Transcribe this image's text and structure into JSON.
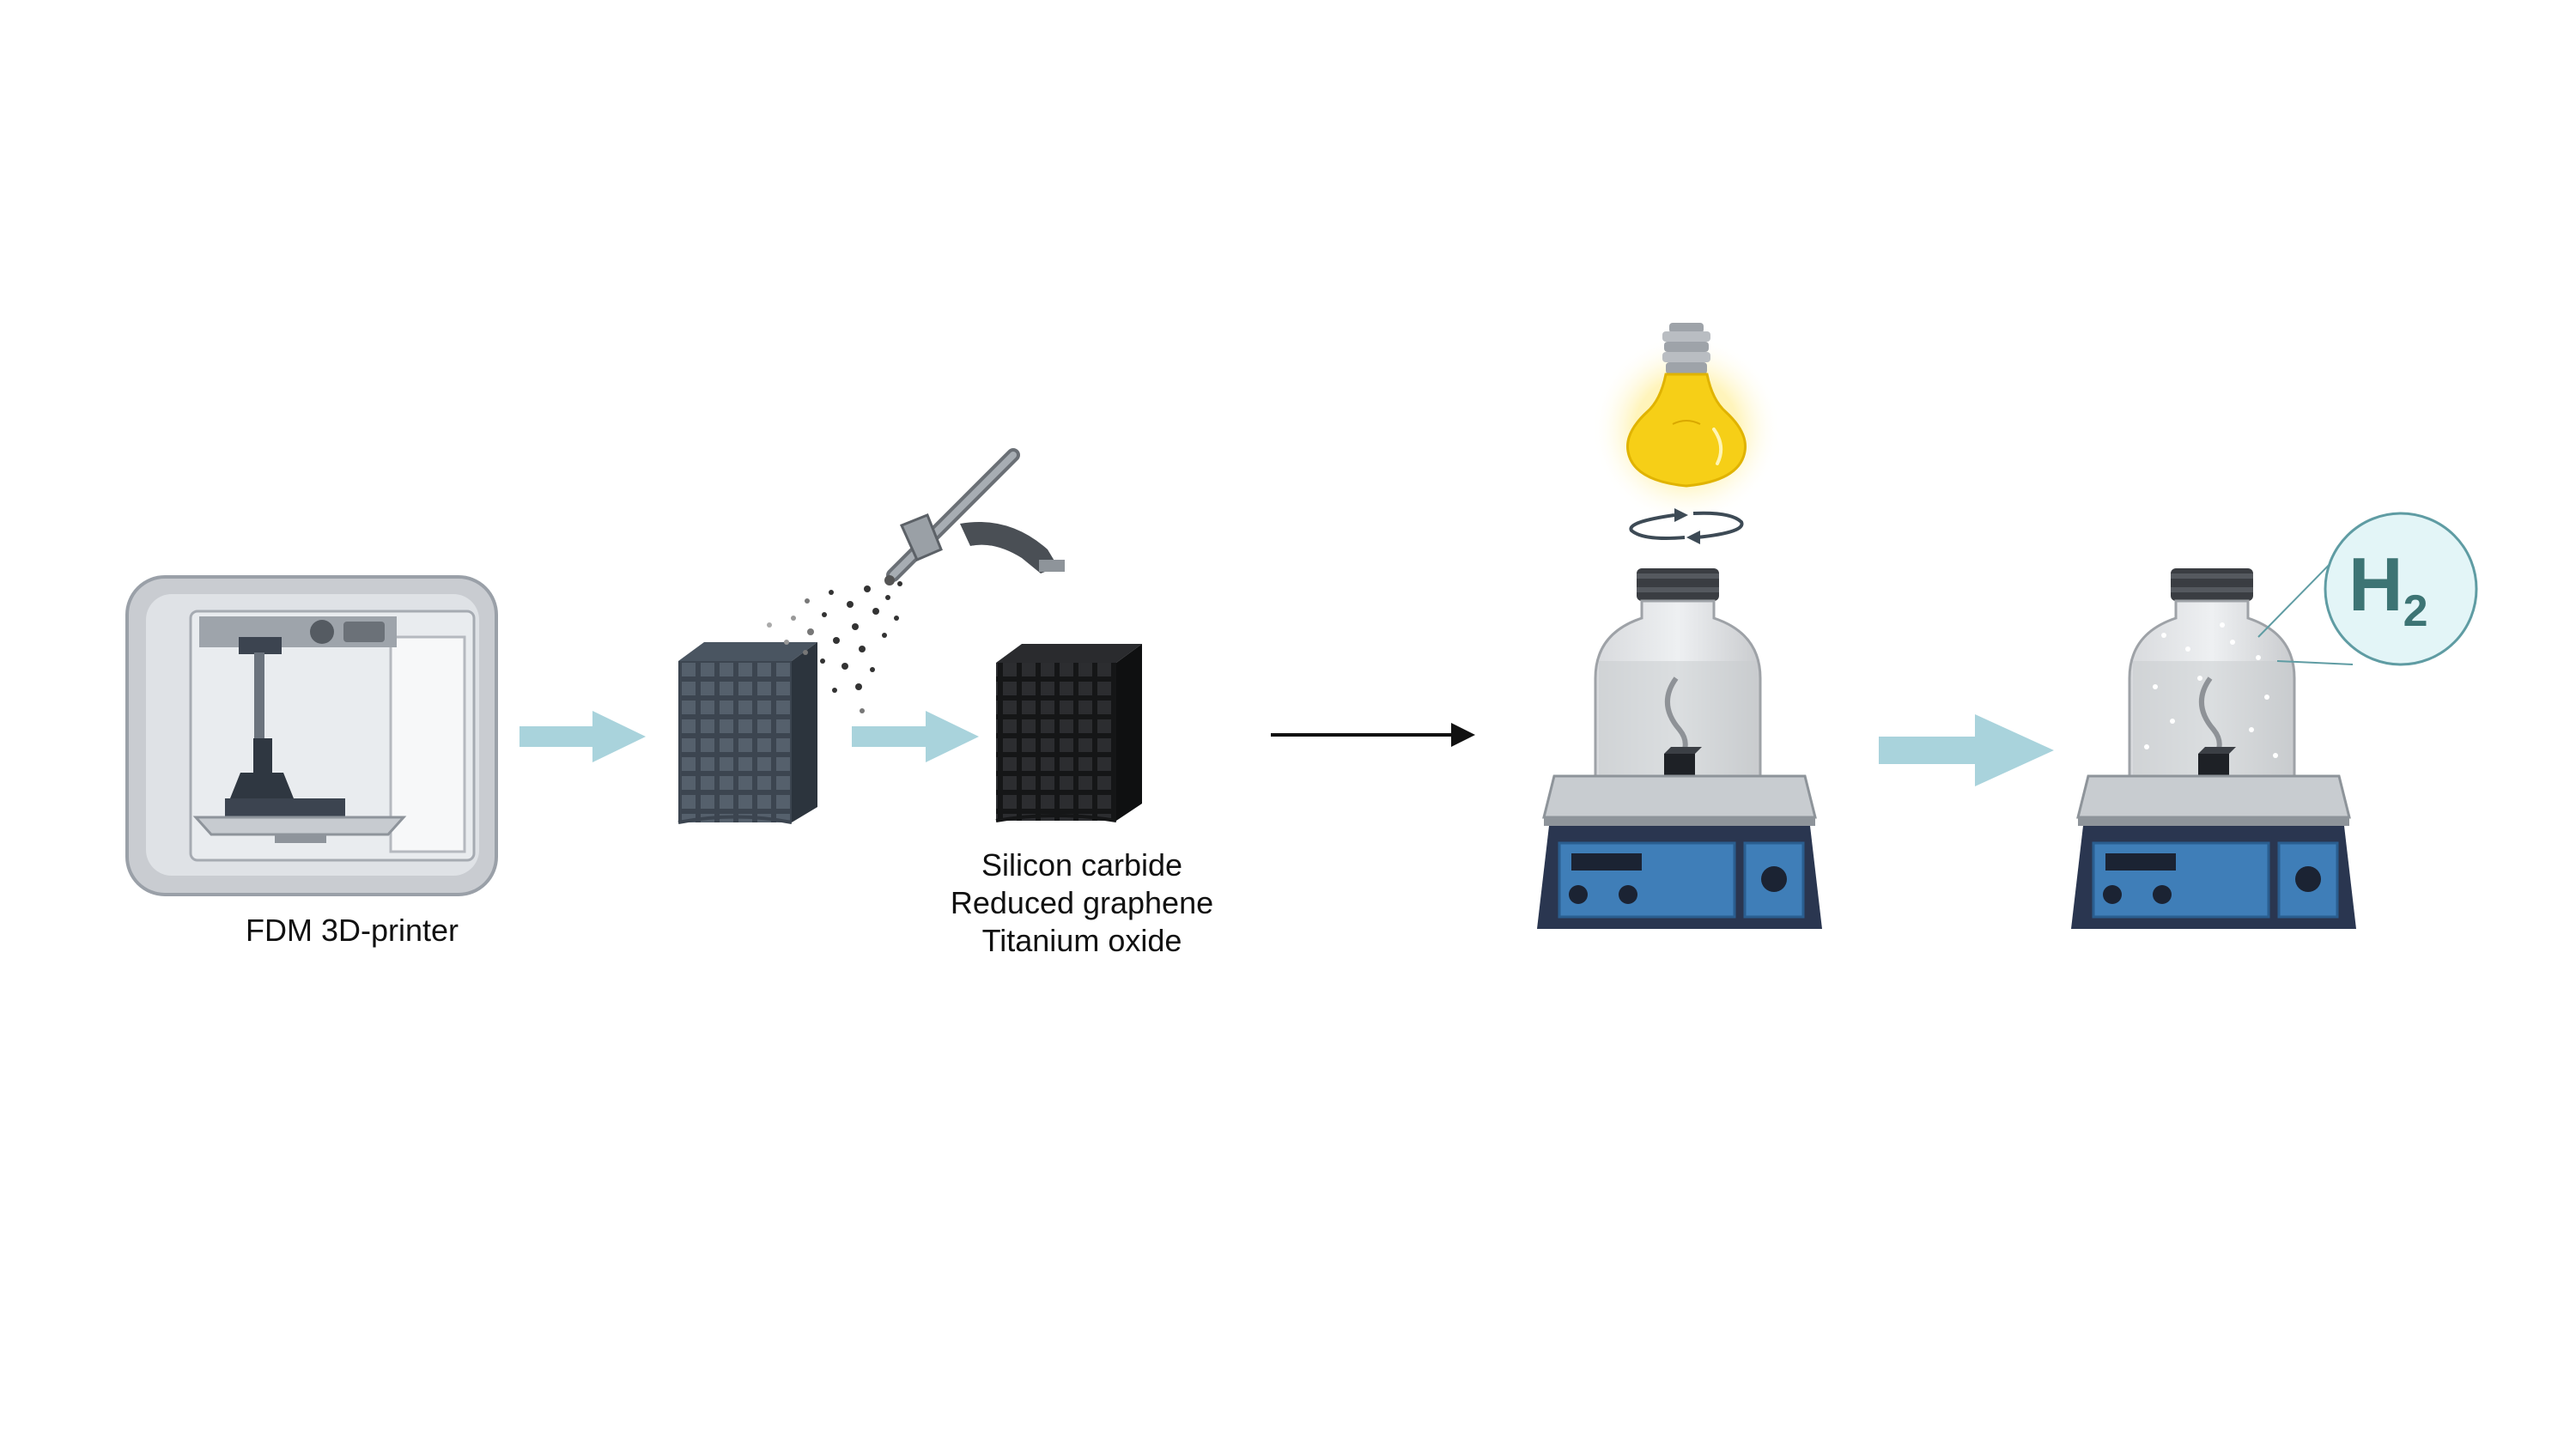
{
  "labels": {
    "printer": "FDM 3D-printer",
    "coating_lines": [
      "Silicon carbide",
      "Reduced graphene",
      "Titanium oxide"
    ],
    "product_main": "H",
    "product_sub": "2"
  },
  "colors": {
    "flow_arrow": "#a9d3dc",
    "process_arrow": "#111111",
    "printer_frame": "#c9ccd1",
    "cube_gray": "#3c4550",
    "cube_black": "#1b1c1e",
    "stirrer_blue": "#3f7eb8",
    "stirrer_dark": "#2a3650",
    "bulb_yellow": "#f6cf17",
    "h2_circle": "#e3f5f7",
    "h2_text": "#3d7474"
  },
  "icons": [
    "printer-icon",
    "scaffold-cube-icon",
    "spray-gun-icon",
    "coated-cube-icon",
    "light-bulb-icon",
    "rotation-icon",
    "stirrer-icon",
    "bottle-icon",
    "h2-callout-icon"
  ]
}
